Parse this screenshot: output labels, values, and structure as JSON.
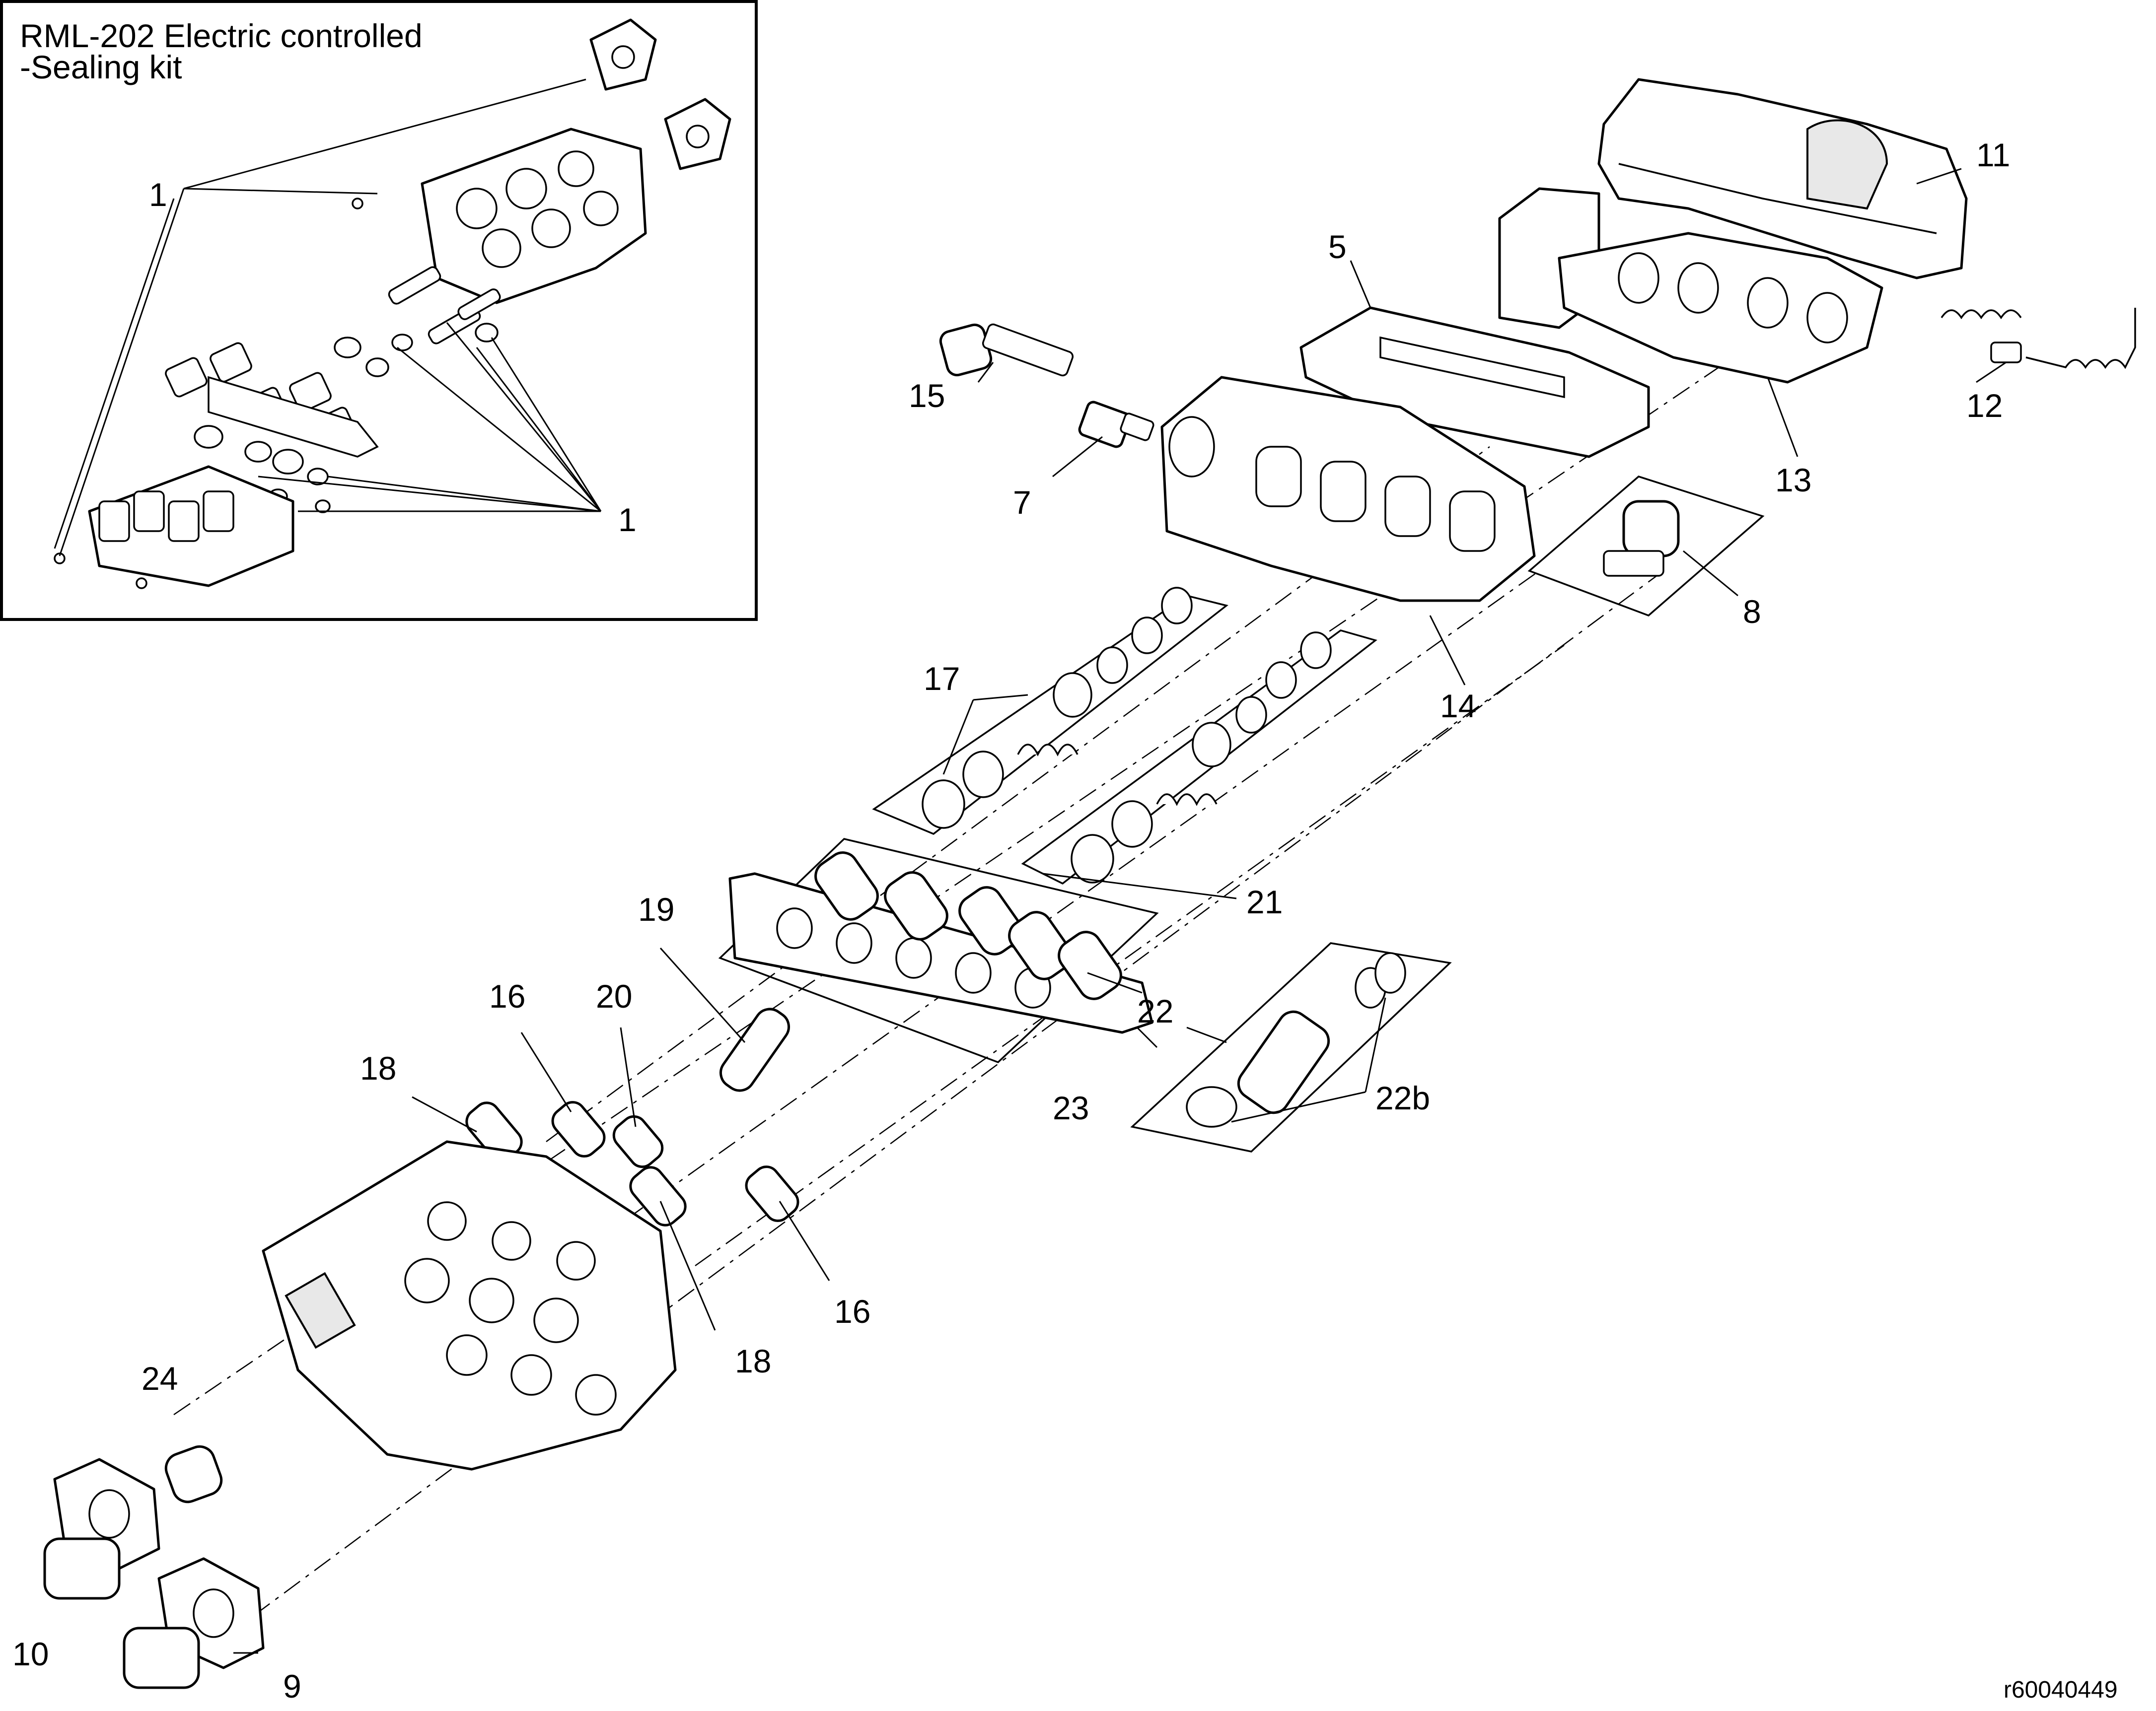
{
  "inset": {
    "title_line1": "RML-202 Electric controlled",
    "title_line2": "-Sealing kit",
    "callouts": [
      "1",
      "1"
    ]
  },
  "callouts": {
    "c5": "5",
    "c7": "7",
    "c8": "8",
    "c9": "9",
    "c10": "10",
    "c11": "11",
    "c12": "12",
    "c13": "13",
    "c14": "14",
    "c15": "15",
    "c16a": "16",
    "c16b": "16",
    "c17": "17",
    "c18a": "18",
    "c18b": "18",
    "c19": "19",
    "c20": "20",
    "c21": "21",
    "c22": "22",
    "c22b": "22b",
    "c23": "23",
    "c24": "24"
  },
  "drawing_ref": "r60040449"
}
